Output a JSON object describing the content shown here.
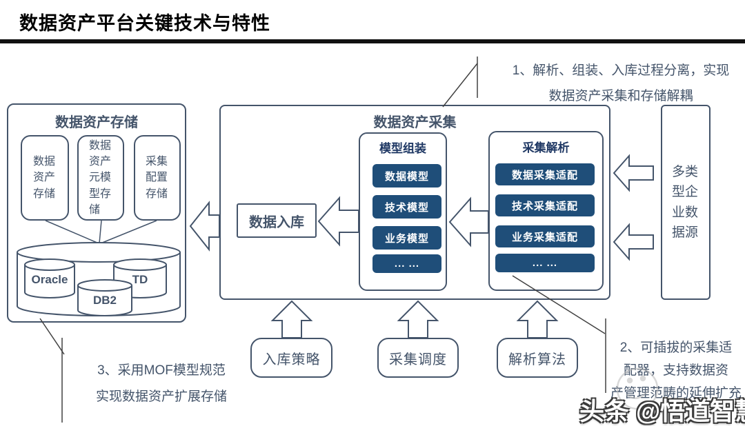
{
  "page": {
    "title": "数据资产平台关键技术与特性"
  },
  "storage": {
    "title": "数据资产存储",
    "sub_boxes": [
      "数据资产存储",
      "数据资产元模型存储",
      "采集配置存储"
    ],
    "databases": [
      "Oracle",
      "TD",
      "DB2"
    ]
  },
  "collection": {
    "title": "数据资产采集",
    "warehouse_label": "数据入库",
    "model_assembly": {
      "title": "模型组装",
      "items": [
        "数据模型",
        "技术模型",
        "业务模型",
        "... ..."
      ]
    },
    "collect_parse": {
      "title": "采集解析",
      "items": [
        "数据采集适配",
        "技术采集适配",
        "业务采集适配",
        "... ..."
      ]
    }
  },
  "data_source": {
    "label": "多类型企业数据源"
  },
  "bottom_boxes": [
    "入库策略",
    "采集调度",
    "解析算法"
  ],
  "annotations": {
    "note1": [
      "1、解析、组装、入库过程分离，实现",
      "数据资产采集和存储解耦"
    ],
    "note2": [
      "2、可插拔的采集适",
      "配器，支持数据资",
      "产管理范畴的延伸扩充"
    ],
    "note3": [
      "3、采用MOF模型规范",
      "实现数据资产扩展存储"
    ]
  },
  "watermark": {
    "text": "头条 @悟道智慧"
  },
  "colors": {
    "outline": "#44546A",
    "fill_blue": "#1F4E79",
    "header_navy": "#1F3864",
    "callout_line": "#404040",
    "title_bar": "#111111"
  }
}
